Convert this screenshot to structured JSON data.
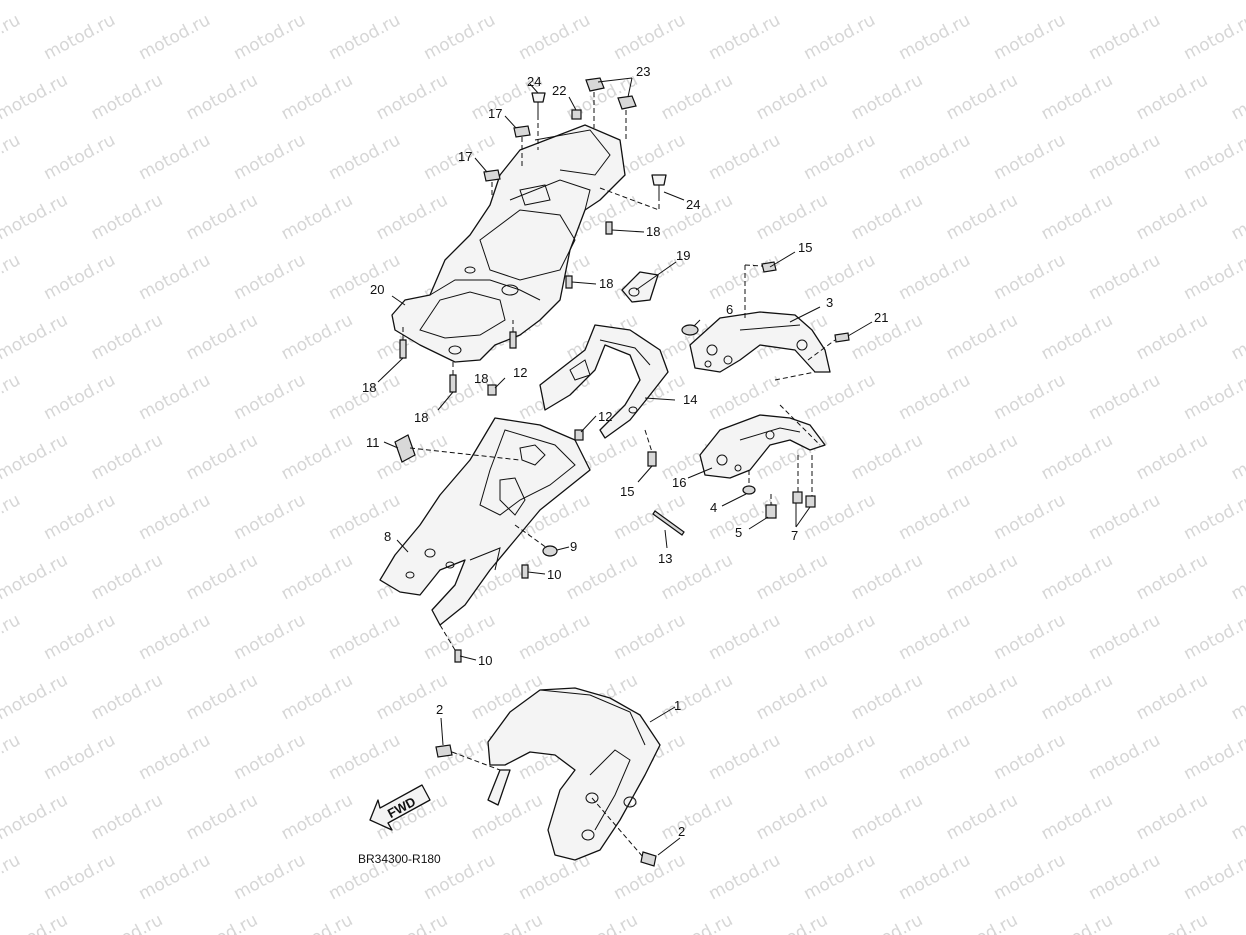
{
  "watermark": "motod.ru",
  "diagram_code": "BR34300-R180",
  "fwd_label": "FWD",
  "callouts": {
    "c1": "1",
    "c2a": "2",
    "c2b": "2",
    "c3": "3",
    "c4": "4",
    "c5": "5",
    "c6": "6",
    "c7": "7",
    "c8": "8",
    "c9": "9",
    "c10a": "10",
    "c10b": "10",
    "c11": "11",
    "c12a": "12",
    "c12b": "12",
    "c13": "13",
    "c14": "14",
    "c15a": "15",
    "c15b": "15",
    "c16": "16",
    "c17a": "17",
    "c17b": "17",
    "c18a": "18",
    "c18b": "18",
    "c18c": "18",
    "c18d": "18",
    "c18e": "18",
    "c19": "19",
    "c20": "20",
    "c21": "21",
    "c22": "22",
    "c23": "23",
    "c24a": "24",
    "c24b": "24"
  }
}
